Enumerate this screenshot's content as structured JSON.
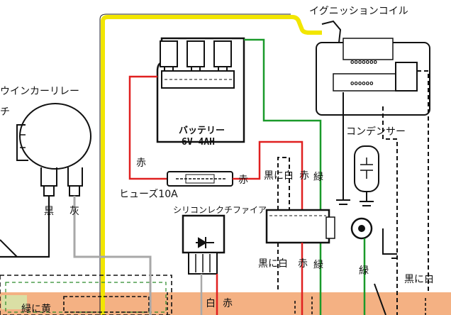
{
  "labels": {
    "ignition_coil": "イグニッションコイル",
    "winker_relay": "ウインカーリレー",
    "winker_relay_cut": "チ",
    "condenser": "コンデンサー",
    "fuse": "ヒューズ10A",
    "silicon_rectifier": "シリコンレクチファイア",
    "battery_line1": "バッテリー",
    "battery_line2": "6V 4AH",
    "red_battery": "赤",
    "red_fuse": "赤",
    "black_white_top": "黒に白",
    "red_top": "赤",
    "green_top": "緑",
    "black": "黒",
    "gray": "灰",
    "black_white_bottom": "黒に白",
    "red_bottom": "赤",
    "green_bottom": "緑",
    "green_right": "緑",
    "black_white_right": "黒に白",
    "green_yellow": "緑に黄",
    "white_bar": "白",
    "red_bar": "赤"
  },
  "coil_marks": {
    "line1": "ooooooo",
    "line2": "oooooo"
  },
  "wire_colors": {
    "yellow": "#f2e600",
    "red": "#e02020",
    "green": "#1a9a2a",
    "gray": "#a8a8a8",
    "black": "#111111",
    "orange_band": "#f4b183"
  }
}
